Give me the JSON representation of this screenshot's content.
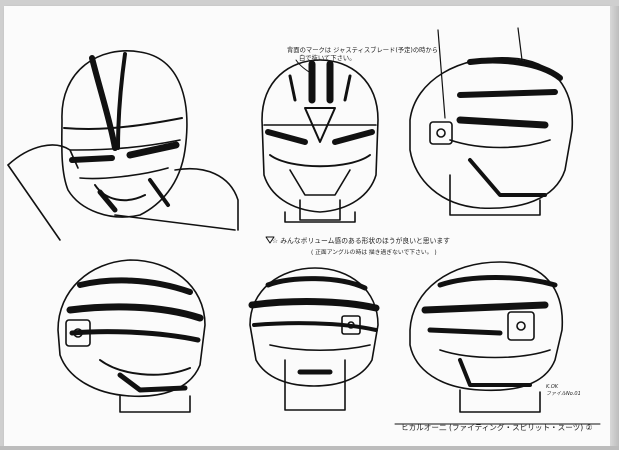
{
  "sheet": {
    "annotation_top": "背面のマークは ジャスティスブレード(予定)の時から\n      白で抜いて下さい。",
    "annotation_mid_1": "☆ みんなボリューム感のある形状のほうが良いと思います",
    "annotation_mid_2": "( 正面アングルの時は   描き過ぎないで下さい。 )",
    "caption": "ヒカルオー二 (ファイティング・スピリット・スーツ) ②",
    "signature": "K.OK\nファイルNo.01",
    "views": [
      {
        "id": "three-quarter-front",
        "icon": "helmet-three-quarter-view"
      },
      {
        "id": "front",
        "icon": "helmet-front-view"
      },
      {
        "id": "side",
        "icon": "helmet-side-view"
      },
      {
        "id": "rear-three-quarter",
        "icon": "helmet-rear-three-quarter-view"
      },
      {
        "id": "rear",
        "icon": "helmet-rear-view"
      },
      {
        "id": "side-rear",
        "icon": "helmet-side-rear-view"
      }
    ],
    "colors": {
      "ink": "#111111",
      "paper": "#fbfbfb",
      "background": "#cfcfcf"
    }
  }
}
